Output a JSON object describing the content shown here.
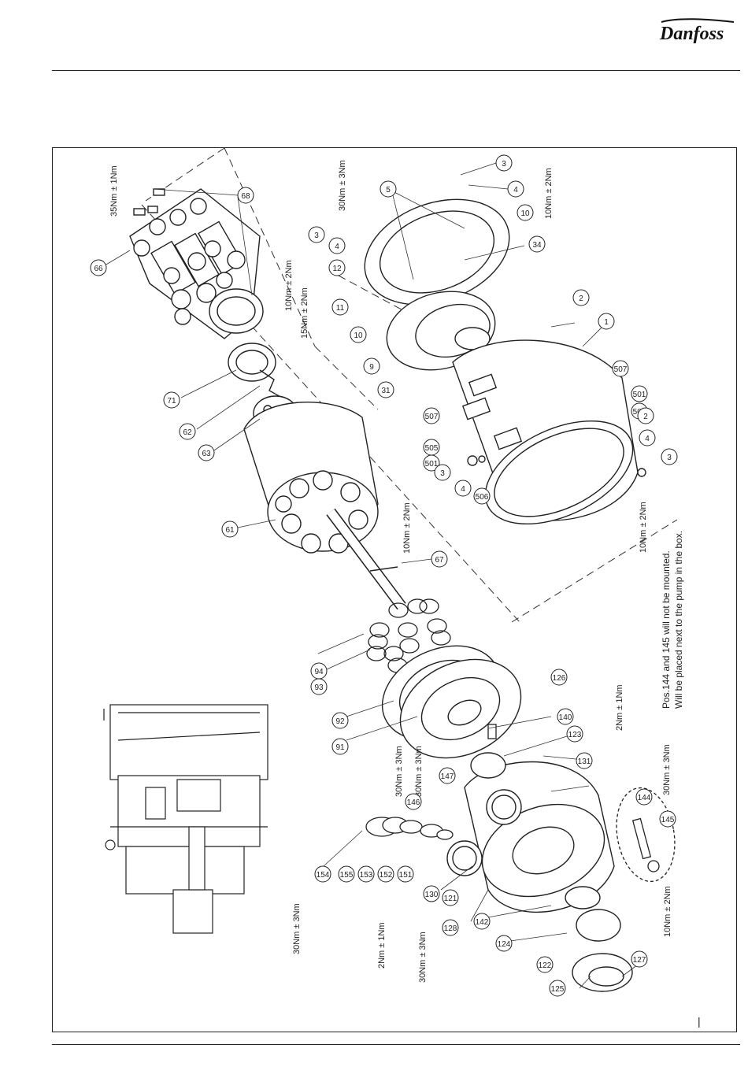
{
  "header": {
    "brand": "Danfoss"
  },
  "drawing": {
    "torques": {
      "t1": "35Nm ± 1Nm",
      "t2": "30Nm ± 3Nm",
      "t3": "10Nm ± 2Nm",
      "t4": "10Nm ± 2Nm",
      "t5": "15Nm ± 2Nm",
      "t6": "10Nm ± 2Nm",
      "t7": "10Nm ± 2Nm",
      "t8": "2Nm ± 1Nm",
      "t9": "30Nm ± 3Nm",
      "t10": "30Nm ± 3Nm",
      "t11": "30Nm ± 3Nm",
      "t12": "2Nm ± 1Nm",
      "t13": "30Nm ± 3Nm",
      "t14": "30Nm ± 3Nm",
      "t15": "10Nm ± 2Nm"
    },
    "note_line1": "Pos.144 and 145 will not be mounted.",
    "note_line2": "Will be placed next to the pump in the box.",
    "balloons": {
      "b3a": "3",
      "b4a": "4",
      "b10a": "10",
      "b34": "34",
      "b5": "5",
      "b3b": "3",
      "b4b": "4",
      "b12": "12",
      "b11": "11",
      "b10b": "10",
      "b9": "9",
      "b31": "31",
      "b2a": "2",
      "b1": "1",
      "b507a": "507",
      "b507b": "507",
      "b501a": "501",
      "b505a": "505",
      "b505b": "505",
      "b501b": "501",
      "b2b": "2",
      "b4c": "4",
      "b3c": "3",
      "b3d": "3",
      "b4d": "4",
      "b506": "506",
      "b66": "66",
      "b68": "68",
      "b71": "71",
      "b62": "62",
      "b63": "63",
      "b61": "61",
      "b67": "67",
      "b94": "94",
      "b93": "93",
      "b92": "92",
      "b91": "91",
      "b126": "126",
      "b140": "140",
      "b123": "123",
      "b131": "131",
      "b147": "147",
      "b146": "146",
      "b154": "154",
      "b155": "155",
      "b153": "153",
      "b152": "152",
      "b151": "151",
      "b130": "130",
      "b121": "121",
      "b128": "128",
      "b142": "142",
      "b124": "124",
      "b122": "122",
      "b125": "125",
      "b127": "127",
      "b144": "144",
      "b145": "145"
    },
    "page_marker": "|"
  }
}
